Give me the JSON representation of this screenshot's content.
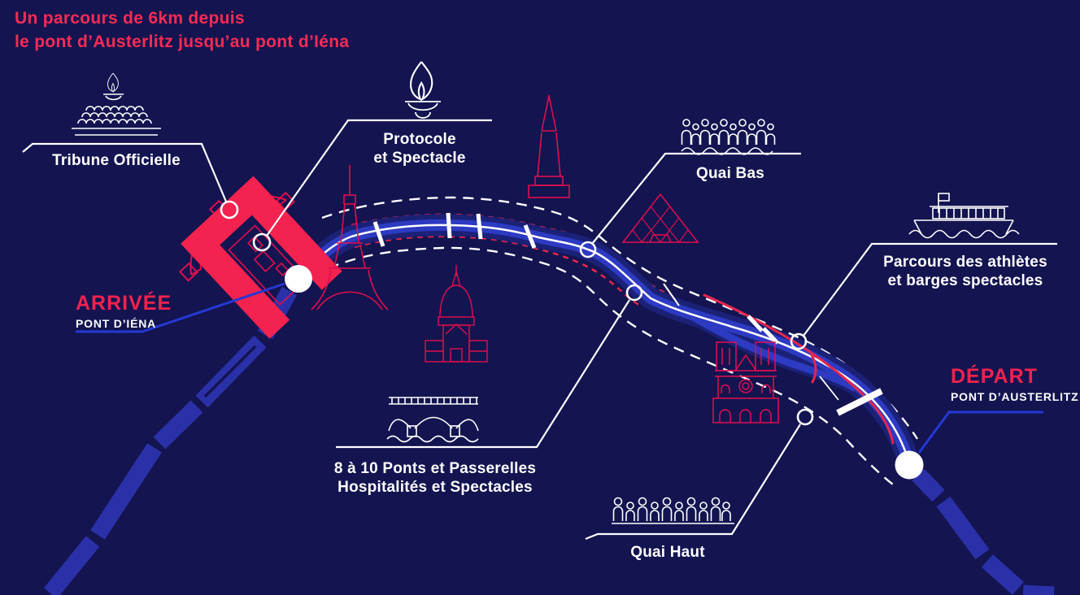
{
  "title": {
    "line1": "Un parcours de 6km depuis",
    "line2": "le pont d’Austerlitz jusqu’au pont d’Iéna"
  },
  "map": {
    "callouts": {
      "tribune": {
        "label": "Tribune Officielle",
        "icon": "grandstand-flame-icon"
      },
      "protocole": {
        "line1": "Protocole",
        "line2": "et Spectacle",
        "icon": "olympic-torch-icon"
      },
      "quai_bas": {
        "label": "Quai Bas",
        "icon": "crowd-on-water-icon"
      },
      "parcours": {
        "line1": "Parcours des athlètes",
        "line2": "et barges spectacles",
        "icon": "river-boat-icon"
      },
      "ponts": {
        "line1": "8 à 10 Ponts et Passerelles",
        "line2": "Hospitalités et Spectacles",
        "icon": "bridge-icon"
      },
      "quai_haut": {
        "label": "Quai Haut",
        "icon": "crowd-on-quay-icon"
      }
    },
    "endpoints": {
      "depart": {
        "name": "DÉPART",
        "place": "PONT D’AUSTERLITZ"
      },
      "arrivee": {
        "name": "ARRIVÉE",
        "place": "PONT D’IÉNA"
      }
    },
    "landmark_icons": [
      "palais-de-chaillot-trocadero-icon",
      "eiffel-tower-icon",
      "invalides-dome-icon",
      "concorde-obelisk-icon",
      "louvre-pyramid-icon",
      "notre-dame-cathedral-icon"
    ]
  },
  "colors": {
    "background": "#131450",
    "accent_red": "#f72b54",
    "landmark_red": "#e20e4d",
    "route_red": "#e8254c",
    "river_dark": "#1b2176",
    "river_bright": "#2d3ac2",
    "river_plain": "#2a31a8",
    "leader_blue": "#2638d4",
    "white": "#ffffff"
  }
}
